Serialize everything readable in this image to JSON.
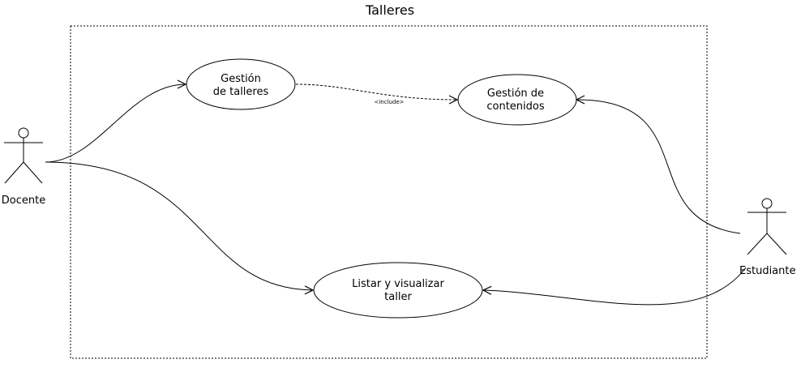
{
  "diagram": {
    "title": "Talleres",
    "actors": {
      "docente": "Docente",
      "estudiante": "Estudiante"
    },
    "use_cases": {
      "gestion_talleres": [
        "Gestión",
        "de talleres"
      ],
      "gestion_contenidos": [
        "Gestión de",
        "contenidos"
      ],
      "listar_visualizar": [
        "Listar y visualizar",
        "taller"
      ]
    },
    "relations": {
      "include_label": "<include>"
    }
  }
}
